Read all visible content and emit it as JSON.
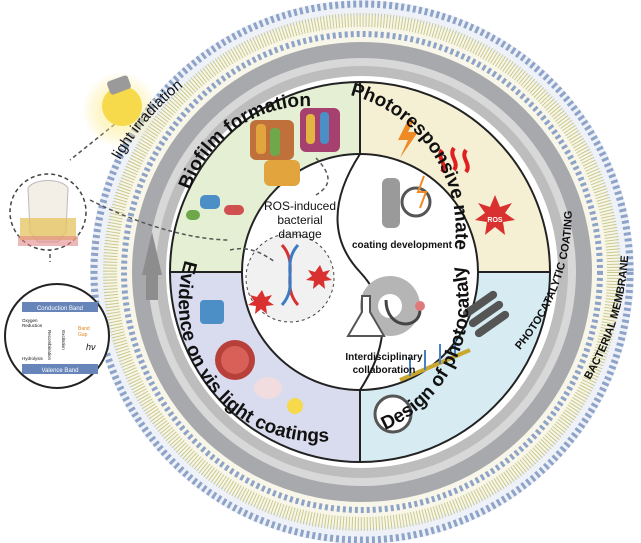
{
  "labels": {
    "light_irradiation": "light irradiation",
    "photocatalytic_coating": "PHOTOCATALYTIC COATING",
    "bacterial_membrane": "BACTERIAL MEMBRANE",
    "q_biofilm": "Biofilm formation",
    "q_photoresponsive": "Photoresponsive materials",
    "q_design": "Design of photocatalytic coatings",
    "q_evidence": "Evidence on vis light coatings",
    "ros_line1": "ROS-induced",
    "ros_line2": "bacterial",
    "ros_line3": "damage",
    "coating_dev": "coating development",
    "interdisc_1": "Interdisciplinary",
    "interdisc_2": "collaboration",
    "ros_badge": "ROS"
  },
  "band_diagram": {
    "conduction": "Conduction Band",
    "valence": "Valence Band",
    "oxygen_reduction_1": "Oxygen",
    "oxygen_reduction_2": "Reduction",
    "hydrolysis": "Hydrolysis",
    "recombination": "Recombination",
    "excitation": "Excitation",
    "band_gap_1": "Band",
    "band_gap_2": "Gap",
    "hv": "hν"
  },
  "colors": {
    "biofilm_bg": "#e4efd3",
    "photoresponsive_bg": "#f5efd3",
    "design_bg": "#d6ebf2",
    "evidence_bg": "#d9dbee",
    "ring_gray": "#a7a9ac",
    "membrane_blue": "#8ea3c8",
    "bulb_yellow": "#f7d94c"
  }
}
